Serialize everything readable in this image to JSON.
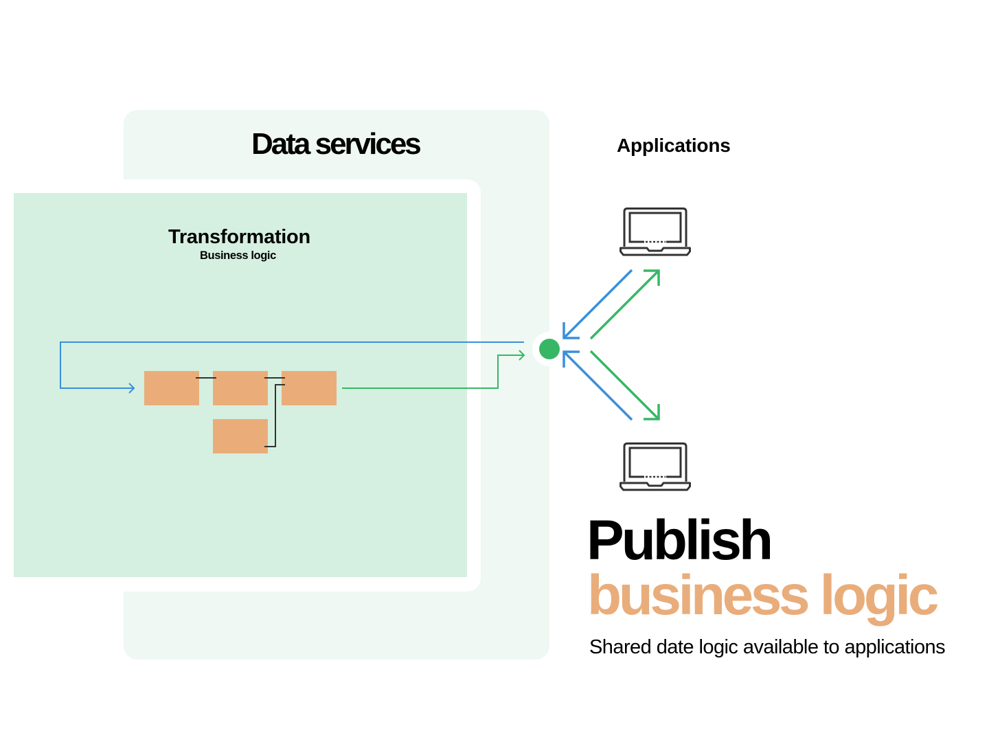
{
  "colors": {
    "outer_panel": "#eff8f3",
    "inner_panel": "#d5f0e0",
    "step_box": "#eaad7a",
    "flow_in": "#3a8fdb",
    "flow_out": "#37b766",
    "headline": "#000000",
    "accent": "#e9ad7b",
    "connector": "#333333"
  },
  "data_services": {
    "title": "Data services",
    "transformation": {
      "title": "Transformation",
      "subtitle": "Business logic",
      "steps": [
        {
          "name": "step-1"
        },
        {
          "name": "step-2"
        },
        {
          "name": "step-3"
        },
        {
          "name": "step-4"
        }
      ]
    }
  },
  "hub": {
    "icon": "publish-node"
  },
  "applications": {
    "title": "Applications",
    "clients": [
      {
        "icon": "laptop-icon"
      },
      {
        "icon": "laptop-icon"
      }
    ]
  },
  "headline": {
    "line1": "Publish",
    "line2": "business logic",
    "caption": "Shared date logic available to applications"
  }
}
